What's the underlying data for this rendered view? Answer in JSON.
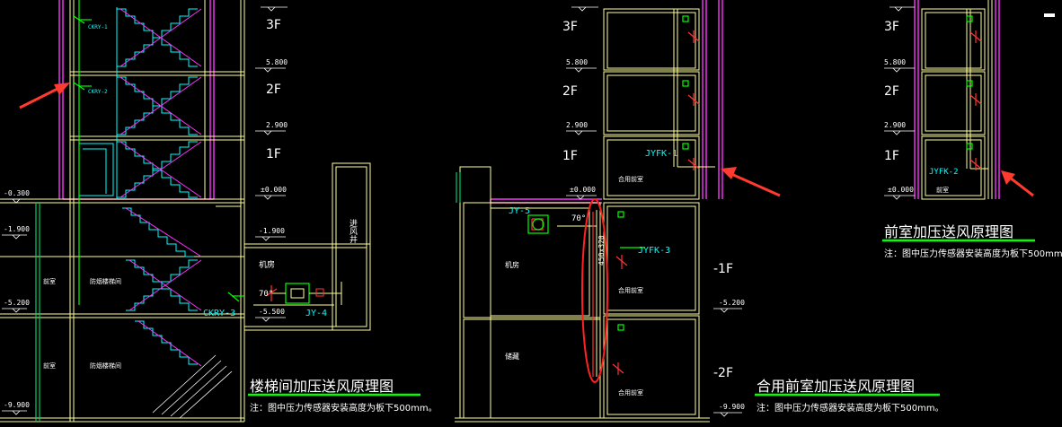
{
  "colors": {
    "background": "#000000",
    "wall": "#ffff99",
    "shaft": "#ff33ff",
    "stair": "#00ffff",
    "equipment": "#00ff00",
    "duct_red": "#ff3333",
    "annotation": "#ffffff",
    "arrow": "#ff3b2f",
    "underline": "#00ff00"
  },
  "floors": {
    "f3": "3F",
    "f2": "2F",
    "f1": "1F",
    "fm1": "-1F",
    "fm2": "-2F"
  },
  "elevations": {
    "e5800": "5.800",
    "e2900": "2.900",
    "e0": "±0.000",
    "em300": "-0.300",
    "em1900": "-1.900",
    "em5200": "-5.200",
    "em5500": "-5.500",
    "em9900": "-9.900"
  },
  "diagram1": {
    "title": "楼梯间加压送风原理图",
    "note": "注：图中压力传感器安装高度为板下500mm。",
    "labels": {
      "valve_top": "CKRY-1",
      "valve_mid": "CKRY-2",
      "fan_label": "JY-4",
      "valve_bottom": "CKRY-3",
      "angle": "70°",
      "machine_room": "机房",
      "shaft_label": "进风井",
      "antechamber_1": "前室",
      "antechamber_2": "前室",
      "stair_1": "防烟楼梯间",
      "stair_2": "防烟楼梯间"
    }
  },
  "diagram2": {
    "title": "合用前室加压送风原理图",
    "note": "注：图中压力传感器安装高度为板下500mm。",
    "labels": {
      "jy5": "JY-5",
      "angle": "70°",
      "duct_size": "450x320",
      "jyfk1": "JYFK-1",
      "jyfk3": "JYFK-3",
      "room_1f": "合用前室",
      "room_m1": "合用前室",
      "room_m2": "合用前室",
      "machine_room": "机房",
      "storage": "储藏"
    }
  },
  "diagram3": {
    "title": "前室加压送风原理图",
    "note": "注：图中压力传感器安装高度为板下500mm。",
    "labels": {
      "jyfk2": "JYFK-2",
      "room": "前室"
    }
  }
}
